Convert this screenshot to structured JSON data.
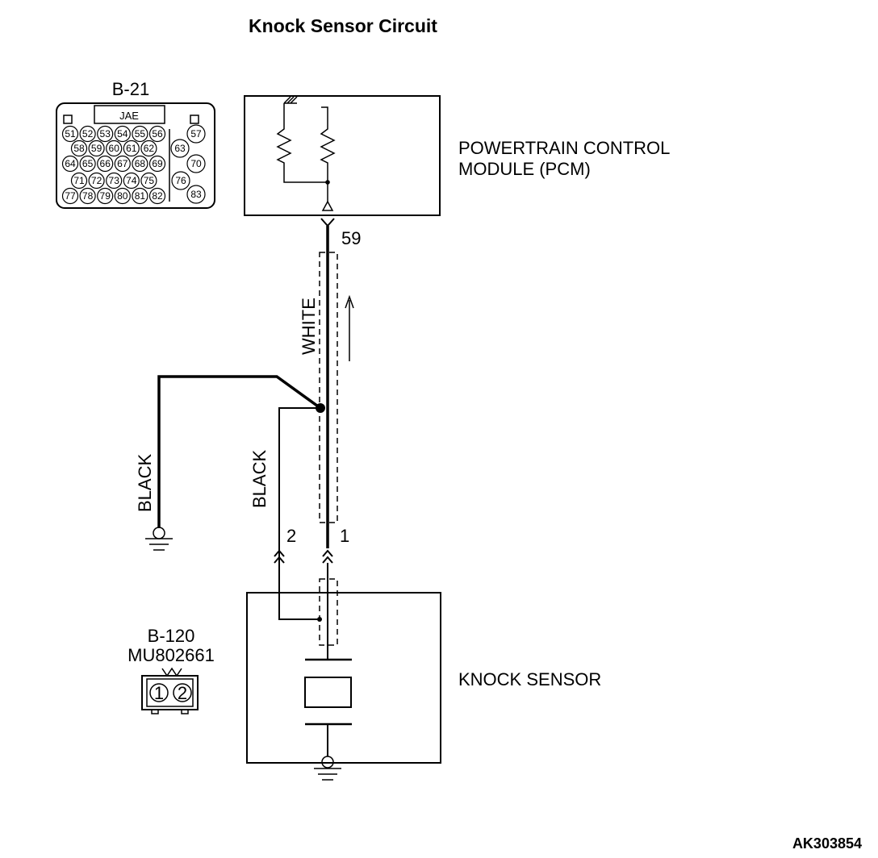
{
  "title": "Knock Sensor Circuit",
  "connector_b21": {
    "label": "B-21",
    "maker": "JAE",
    "row1": [
      "51",
      "52",
      "53",
      "54",
      "55",
      "56"
    ],
    "row2": [
      "58",
      "59",
      "60",
      "61",
      "62"
    ],
    "row3": [
      "64",
      "65",
      "66",
      "67",
      "68",
      "69"
    ],
    "row4": [
      "71",
      "72",
      "73",
      "74",
      "75"
    ],
    "row5": [
      "77",
      "78",
      "79",
      "80",
      "81",
      "82"
    ],
    "right": [
      "57",
      "63",
      "70",
      "76",
      "83"
    ]
  },
  "pcm": {
    "line1": "POWERTRAIN CONTROL",
    "line2": "MODULE (PCM)"
  },
  "pins": {
    "pcm_pin": "59",
    "sensor_pin1": "1",
    "sensor_pin2": "2"
  },
  "wires": {
    "signal": "WHITE",
    "ground1": "BLACK",
    "ground2": "BLACK"
  },
  "knock_sensor": {
    "label": "KNOCK SENSOR"
  },
  "connector_b120": {
    "label": "B-120",
    "part": "MU802661",
    "pins": [
      "1",
      "2"
    ]
  },
  "figure_code": "AK303854"
}
